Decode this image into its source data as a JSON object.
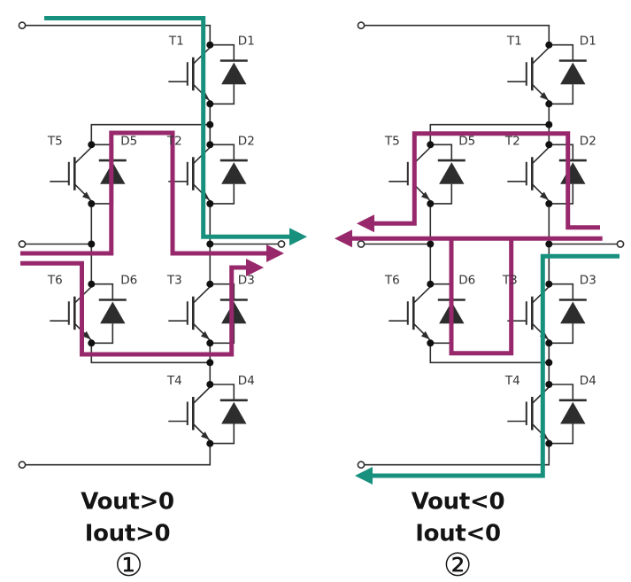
{
  "figure_type": "three-level ANPC inverter commutation diagram",
  "colors": {
    "teal_current_path": "#18907E",
    "magenta_current_path": "#97286B",
    "wire": "#2D2D2D",
    "component_label_text": "#333333"
  },
  "circuits": [
    {
      "number_label": "①",
      "caption": [
        "Vout>0",
        "Iout>0"
      ],
      "component_labels": {
        "T1": "T1",
        "D1": "D1",
        "T5": "T5",
        "D5": "D5",
        "T2": "T2",
        "D2": "D2",
        "T6": "T6",
        "D6": "D6",
        "T3": "T3",
        "D3": "D3",
        "T4": "T4",
        "D4": "D4"
      }
    },
    {
      "number_label": "②",
      "caption": [
        "Vout<0",
        "Iout<0"
      ],
      "component_labels": {
        "T1": "T1",
        "D1": "D1",
        "T5": "T5",
        "D5": "D5",
        "T2": "T2",
        "D2": "D2",
        "T6": "T6",
        "D6": "D6",
        "T3": "T3",
        "D3": "D3",
        "T4": "T4",
        "D4": "D4"
      }
    }
  ]
}
